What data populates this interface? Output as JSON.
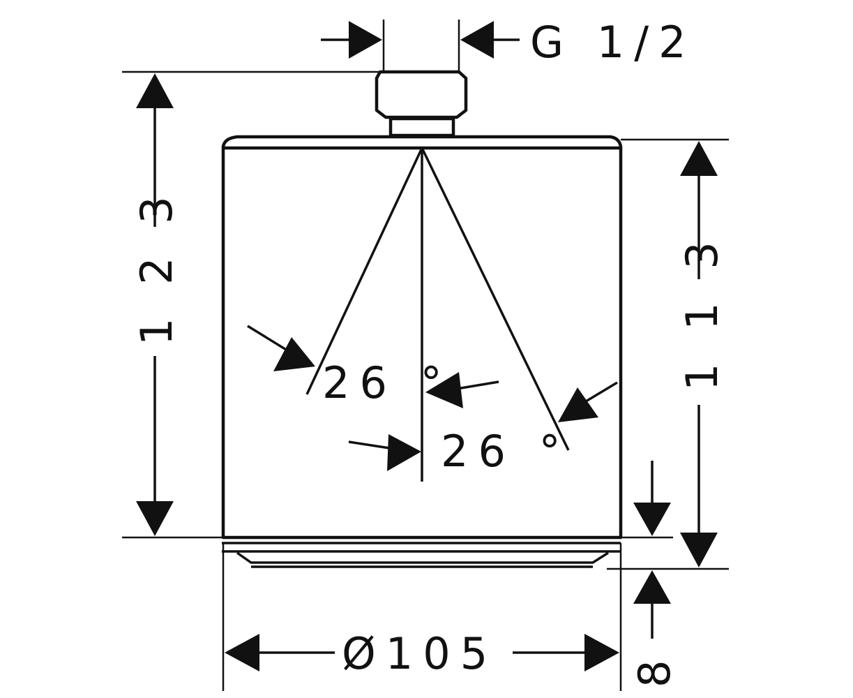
{
  "dimensions": {
    "thread": "G 1/2",
    "total_height": "1 2 3",
    "body_height": "1 1 3",
    "diameter": "Ø105",
    "bottom_offset": "8",
    "spray_angle_left": "26 °",
    "spray_angle_right": "26 °"
  },
  "colors": {
    "line": "#111111",
    "background": "#ffffff"
  }
}
